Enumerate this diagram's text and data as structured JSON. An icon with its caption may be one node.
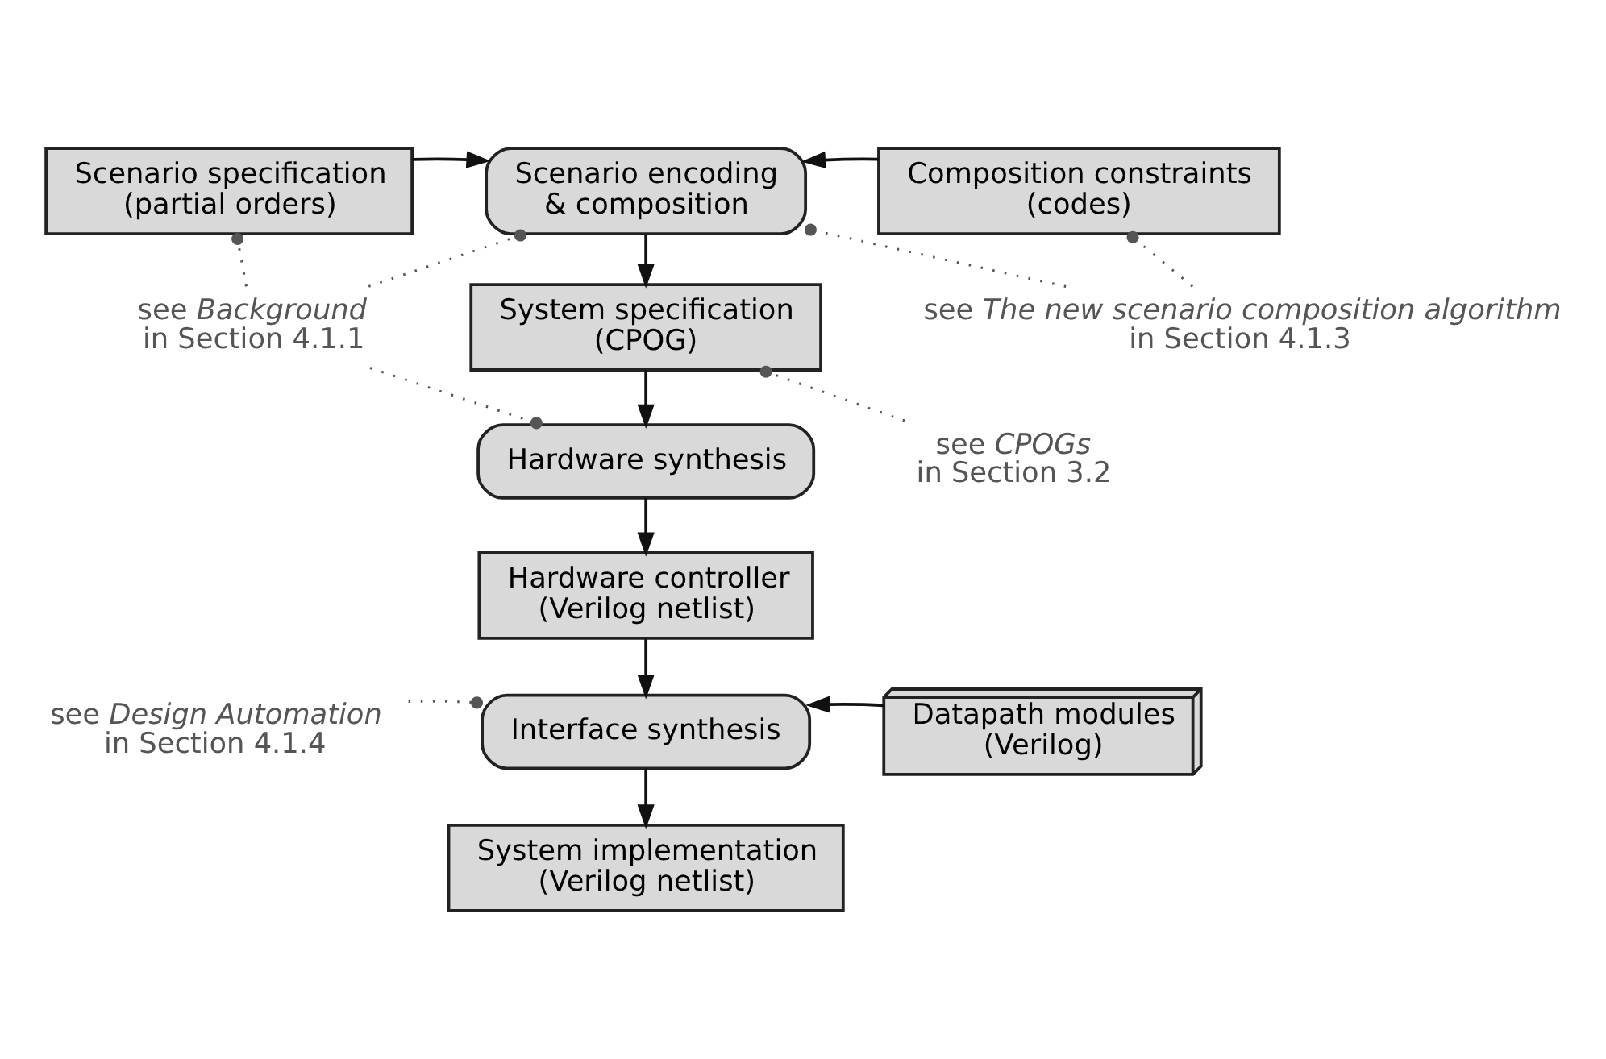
{
  "diagram": {
    "nodes": [
      {
        "text": [
          "Scenario specification",
          "(partial orders)"
        ]
      },
      {
        "text": [
          "Scenario encoding",
          "& composition"
        ]
      },
      {
        "text": [
          "Composition constraints",
          "(codes)"
        ]
      },
      {
        "text": [
          "System specification",
          "(CPOG)"
        ]
      },
      {
        "text": [
          "Hardware synthesis"
        ]
      },
      {
        "text": [
          "Hardware controller",
          "(Verilog netlist)"
        ]
      },
      {
        "text": [
          "Interface synthesis"
        ]
      },
      {
        "text": [
          "Datapath modules",
          "(Verilog)"
        ]
      },
      {
        "text": [
          "System implementation",
          "(Verilog netlist)"
        ]
      },
      {
        "text": [
          "see *Background*",
          "in Section 4.1.1"
        ]
      },
      {
        "text": [
          "see *The new scenario composition algorithm*",
          "in Section 4.1.3"
        ]
      },
      {
        "text": [
          "see *CPOGs*",
          "in Section 3.2"
        ]
      },
      {
        "text": [
          "see *Design Automation*",
          "in Section 4.1.4"
        ]
      }
    ],
    "edges": [
      {
        "from": 0,
        "to": 1,
        "arrow": "to"
      },
      {
        "from": 2,
        "to": 1,
        "arrow": "to"
      },
      {
        "from": 1,
        "to": 3,
        "arrow": "to"
      },
      {
        "from": 3,
        "to": 4,
        "arrow": "to"
      },
      {
        "from": 4,
        "to": 5,
        "arrow": "to"
      },
      {
        "from": 5,
        "to": 6,
        "arrow": "to"
      },
      {
        "from": 7,
        "to": 6,
        "arrow": "to"
      },
      {
        "from": 6,
        "to": 8,
        "arrow": "to"
      },
      {
        "from": 9,
        "to": 0,
        "arrow": "other",
        "style": "dashed",
        "color": "#555555"
      },
      {
        "from": 9,
        "to": 1,
        "arrow": "other",
        "style": "dashed",
        "color": "#555555"
      },
      {
        "from": 9,
        "to": 4,
        "arrow": "other",
        "style": "dashed",
        "color": "#555555"
      },
      {
        "from": 10,
        "to": 1,
        "arrow": "other",
        "style": "dashed",
        "color": "#555555"
      },
      {
        "from": 10,
        "to": 2,
        "arrow": "other",
        "style": "dashed",
        "color": "#555555"
      },
      {
        "from": 11,
        "to": 3,
        "arrow": "other",
        "style": "dashed",
        "color": "#555555"
      },
      {
        "from": 12,
        "to": 6,
        "arrow": "other",
        "style": "dashed",
        "color": "#555555"
      }
    ]
  }
}
